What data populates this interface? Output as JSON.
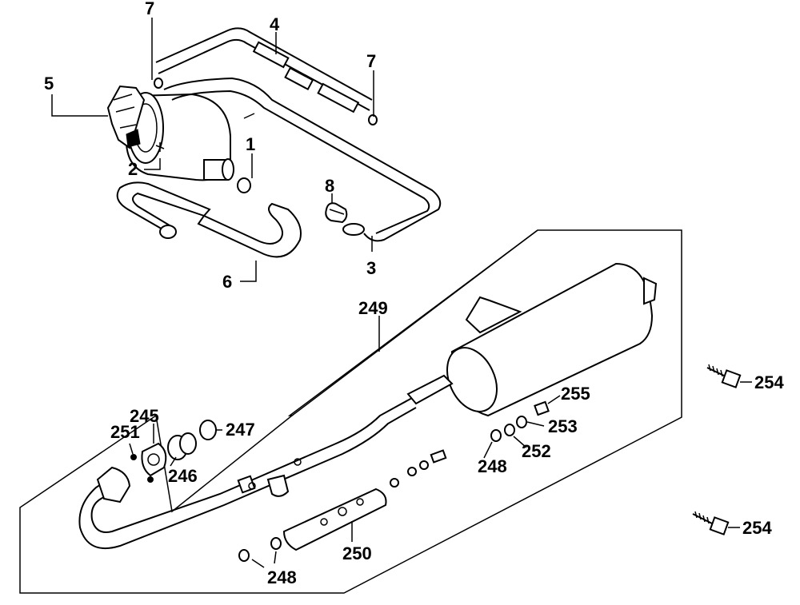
{
  "callouts": {
    "c1": "1",
    "c2": "2",
    "c3": "3",
    "c4": "4",
    "c5": "5",
    "c6": "6",
    "c7a": "7",
    "c7b": "7",
    "c8": "8",
    "c245": "245",
    "c246": "246",
    "c247": "247",
    "c248a": "248",
    "c248b": "248",
    "c249": "249",
    "c250": "250",
    "c251": "251",
    "c252": "252",
    "c253": "253",
    "c254a": "254",
    "c254b": "254",
    "c255": "255"
  }
}
